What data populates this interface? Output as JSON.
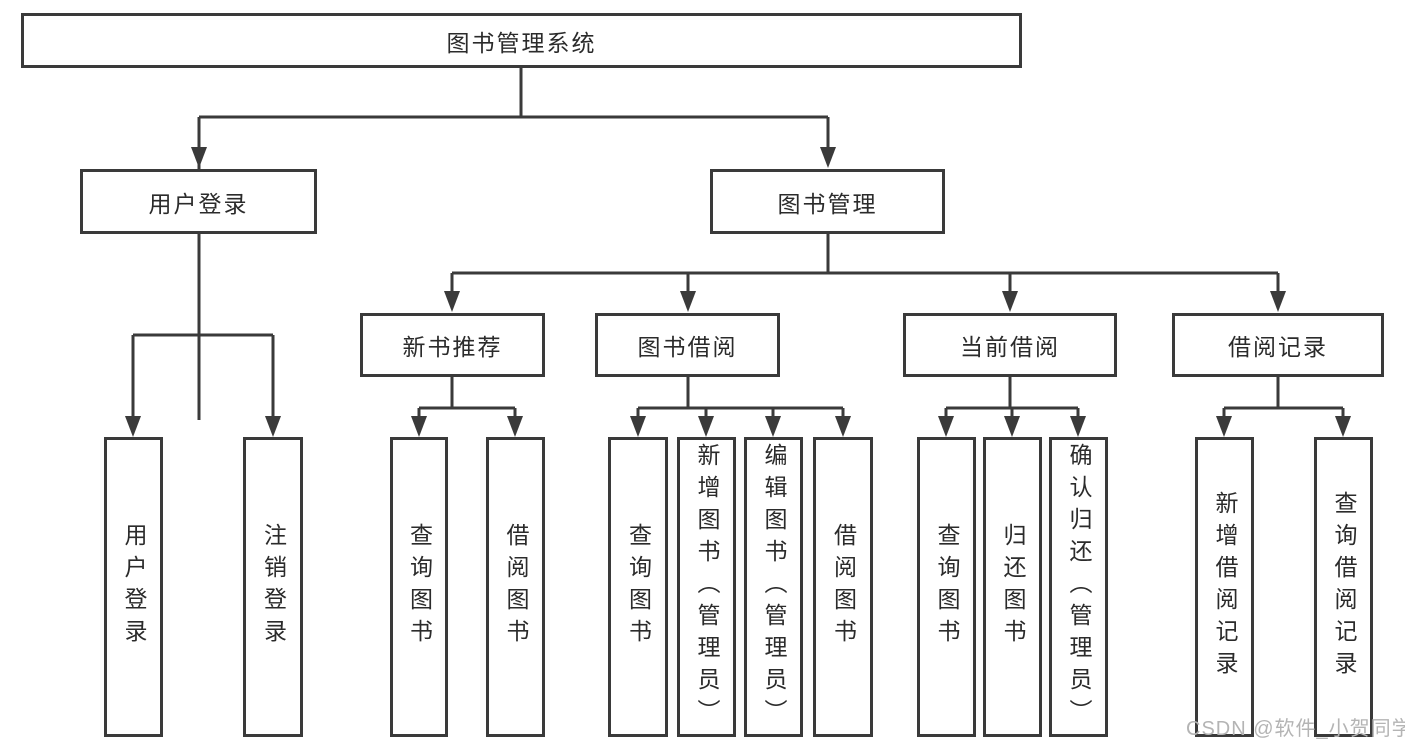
{
  "colors": {
    "line": "#3a3a3a",
    "box_border": "#3a3a3a",
    "text": "#2b2b2b",
    "watermark": "#b4b4b4",
    "background": "#ffffff"
  },
  "nodes": {
    "root": {
      "label": "图书管理系统"
    },
    "user_login": {
      "label": "用户登录"
    },
    "book_management": {
      "label": "图书管理"
    },
    "new_book_recommend": {
      "label": "新书推荐"
    },
    "book_borrowing": {
      "label": "图书借阅"
    },
    "current_borrowing": {
      "label": "当前借阅"
    },
    "borrow_records": {
      "label": "借阅记录"
    },
    "leaf_user_login": {
      "label": "用户登录"
    },
    "leaf_logout": {
      "label": "注销登录"
    },
    "leaf_query_books_1": {
      "label": "查询图书"
    },
    "leaf_borrow_books_1": {
      "label": "借阅图书"
    },
    "leaf_query_books_2": {
      "label": "查询图书"
    },
    "leaf_add_books_admin": {
      "label": "新增图书（管理员）"
    },
    "leaf_edit_books_admin": {
      "label": "编辑图书（管理员）"
    },
    "leaf_borrow_books_2": {
      "label": "借阅图书"
    },
    "leaf_query_books_3": {
      "label": "查询图书"
    },
    "leaf_return_books": {
      "label": "归还图书"
    },
    "leaf_confirm_return_admin": {
      "label": "确认归还（管理员）"
    },
    "leaf_add_borrow_record": {
      "label": "新增借阅记录"
    },
    "leaf_query_borrow_record": {
      "label": "查询借阅记录"
    }
  },
  "watermark": {
    "text": "CSDN @软件_小贺同学"
  }
}
